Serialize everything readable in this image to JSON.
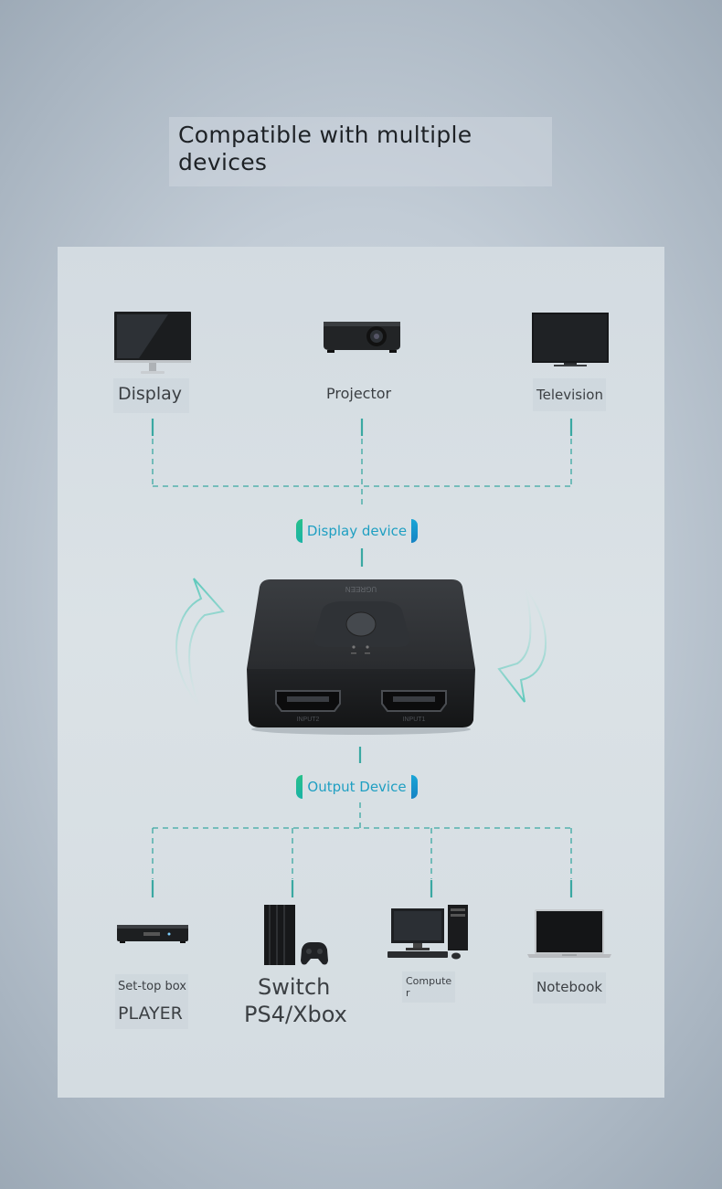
{
  "title": "Compatible with multiple devices",
  "top_devices": [
    {
      "label": "Display",
      "icon": "monitor-icon"
    },
    {
      "label": "Projector",
      "icon": "projector-icon"
    },
    {
      "label": "Television",
      "icon": "television-icon"
    }
  ],
  "switch_labels": {
    "display_device": "Display device",
    "output_device": "Output Device",
    "brand": "UGREEN",
    "port_left": "INPUT2",
    "port_right": "INPUT1"
  },
  "bottom_devices": [
    {
      "label_line1": "Set-top box",
      "label_line2": "PLAYER",
      "icon": "set-top-box-icon"
    },
    {
      "label_line1": "Switch",
      "label_line2": "PS4/Xbox",
      "icon": "game-console-icon"
    },
    {
      "label_line1": "Compute",
      "label_line2": "r",
      "icon": "desktop-computer-icon"
    },
    {
      "label_line1": "Notebook",
      "icon": "laptop-icon"
    }
  ],
  "colors": {
    "accent_teal": "#2aa7a0",
    "pill_text": "#1f9fc2",
    "pill_green": "#27c08a",
    "pill_blue": "#1583c4"
  }
}
